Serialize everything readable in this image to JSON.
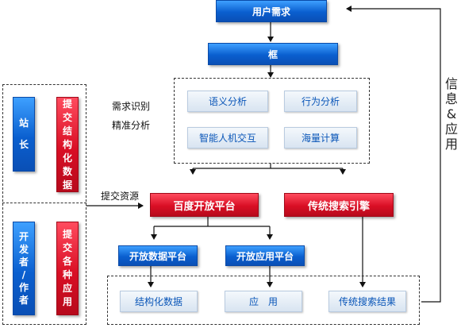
{
  "nodes": {
    "user_needs": "用户需求",
    "frame": "框",
    "semantic_analysis": "语义分析",
    "behavior_analysis": "行为分析",
    "ai_interaction": "智能人机交互",
    "mass_computing": "海量计算",
    "baidu_open_platform": "百度开放平台",
    "traditional_search_engine": "传统搜索引擎",
    "open_data_platform": "开放数据平台",
    "open_app_platform": "开放应用平台",
    "structured_data": "结构化数据",
    "apps": "应　用",
    "traditional_search_results": "传统搜索结果"
  },
  "left": {
    "webmaster": [
      "站",
      "长"
    ],
    "submit_structured": [
      "提",
      "交",
      "结",
      "构",
      "化",
      "数",
      "据"
    ],
    "developer": [
      "开",
      "发",
      "者",
      "/",
      "作",
      "者"
    ],
    "submit_apps": [
      "提",
      "交",
      "各",
      "种",
      "应",
      "用"
    ]
  },
  "labels": {
    "need_identify": "需求识别",
    "precise_analysis": "精准分析",
    "submit_resources": "提交资源",
    "info_and_apps": [
      "信",
      "息",
      "&",
      "应",
      "用"
    ]
  },
  "colors": {
    "blue_box": "#0a5fcf",
    "red_box": "#d90f25",
    "light_box": "#d8e4f1",
    "light_text": "#0a56b8"
  }
}
